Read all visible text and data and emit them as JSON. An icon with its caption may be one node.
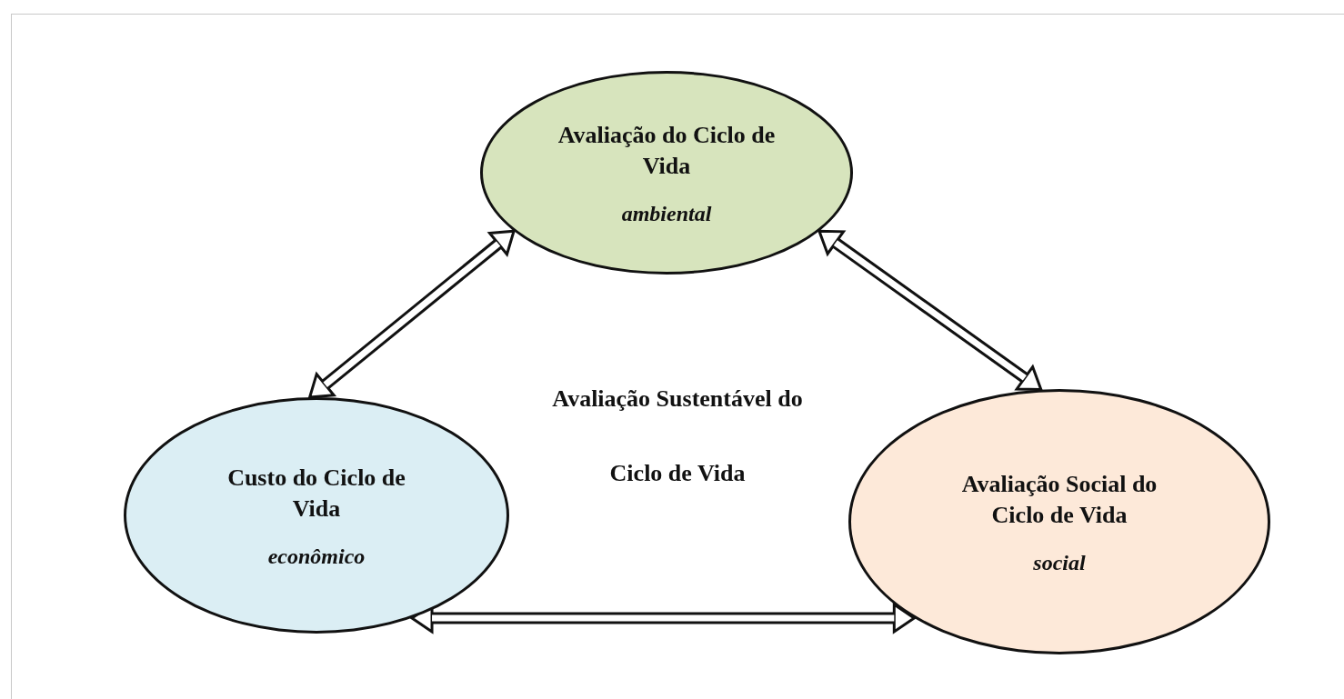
{
  "diagram": {
    "nodes": [
      {
        "text": [
          "Avaliação do Ciclo de Vida",
          "ambiental"
        ]
      },
      {
        "text": [
          "Custo do Ciclo de Vida",
          "econômico"
        ]
      },
      {
        "text": [
          "Avaliação Social do Ciclo de Vida",
          "social"
        ]
      }
    ],
    "edges": [
      {
        "from": 0,
        "to": 1,
        "arrow": "both"
      },
      {
        "from": 0,
        "to": 2,
        "arrow": "both"
      },
      {
        "from": 1,
        "to": 2,
        "arrow": "both"
      }
    ],
    "labels": [
      "Avaliação Sustentável do Ciclo de Vida"
    ]
  }
}
